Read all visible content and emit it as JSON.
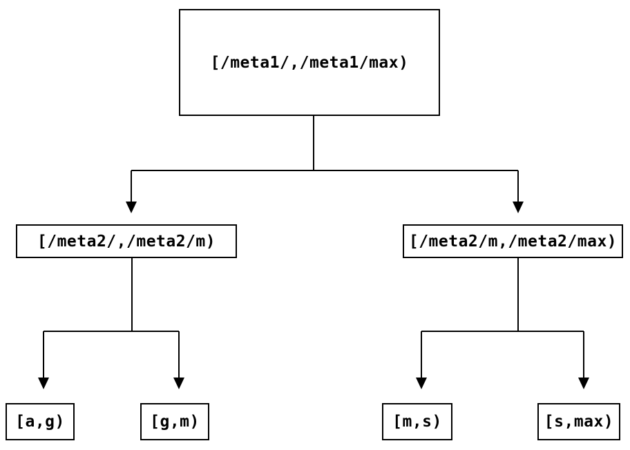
{
  "diagram": {
    "type": "binary-interval-tree",
    "nodes": {
      "root": {
        "label": "[/meta1/,/meta1/max)"
      },
      "left": {
        "label": "[/meta2/,/meta2/m)"
      },
      "right": {
        "label": "[/meta2/m,/meta2/max)"
      },
      "leaf_ag": {
        "label": "[a,g)"
      },
      "leaf_gm": {
        "label": "[g,m)"
      },
      "leaf_ms": {
        "label": "[m,s)"
      },
      "leaf_smax": {
        "label": "[s,max)"
      }
    },
    "edges": [
      {
        "from": "root",
        "to": "left"
      },
      {
        "from": "root",
        "to": "right"
      },
      {
        "from": "left",
        "to": "leaf_ag"
      },
      {
        "from": "left",
        "to": "leaf_gm"
      },
      {
        "from": "right",
        "to": "leaf_ms"
      },
      {
        "from": "right",
        "to": "leaf_smax"
      }
    ],
    "colors": {
      "background": "#ffffff",
      "line": "#000000",
      "box_border": "#000000",
      "text": "#000000"
    }
  }
}
